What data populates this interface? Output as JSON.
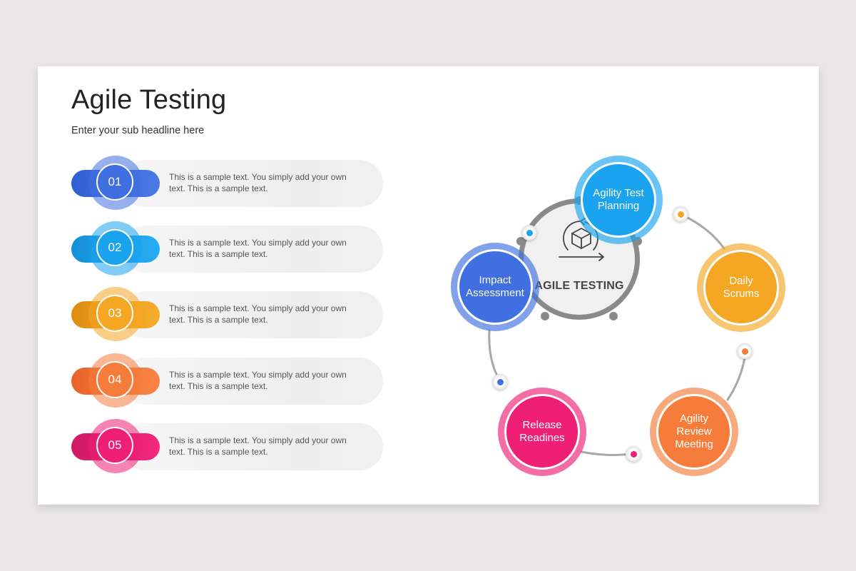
{
  "slide": {
    "title": "Agile Testing",
    "subtitle": "Enter your sub headline here"
  },
  "list": [
    {
      "number": "01",
      "text": "This is a sample text.  You simply add your own text.  This is a sample text.",
      "color": "#3f6fe0"
    },
    {
      "number": "02",
      "text": "This is a sample text.  You simply add your own text.  This is a sample text.",
      "color": "#1aa3ef"
    },
    {
      "number": "03",
      "text": "This is a sample text.  You simply add your own text.  This is a sample text.",
      "color": "#f5a623"
    },
    {
      "number": "04",
      "text": "This is a sample text.  You simply add your own text.  This is a sample text.",
      "color": "#f57c3a"
    },
    {
      "number": "05",
      "text": "This is a sample text.  You simply add your own text.  This is a sample text.",
      "color": "#ee1f74"
    }
  ],
  "diagram": {
    "center_label": "AGILE TESTING",
    "center_icon": "agile-cycle-box-icon",
    "nodes": [
      {
        "label": "Agility Test Planning",
        "color": "#1aa3ef"
      },
      {
        "label": "Daily Scrums",
        "color": "#f5a623"
      },
      {
        "label": "Agility Review Meeting",
        "color": "#f57c3a"
      },
      {
        "label": "Release Readines",
        "color": "#ee1f74"
      },
      {
        "label": "Impact Assessment",
        "color": "#3f6fe0"
      }
    ]
  }
}
